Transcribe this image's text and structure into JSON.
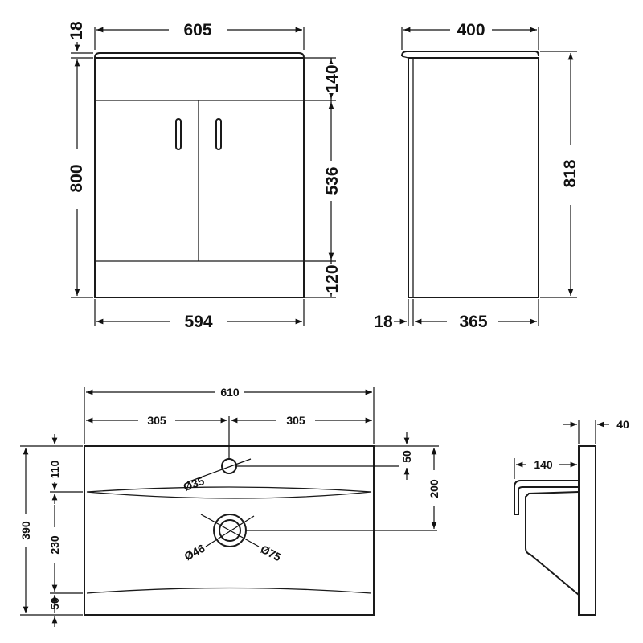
{
  "cabinet_front": {
    "top_width": "605",
    "worktop_thickness": "18",
    "height": "800",
    "top_panel": "140",
    "door_height": "536",
    "plinth": "120",
    "base_width": "594"
  },
  "cabinet_side": {
    "top_depth": "400",
    "total_height": "818",
    "foot_thickness": "18",
    "base_depth": "365"
  },
  "basin_plan": {
    "overall_width": "610",
    "half_left": "305",
    "half_right": "305",
    "overall_depth": "390",
    "tap_hole_from_back": "110",
    "bowl_depth": "230",
    "front_lip": "50",
    "tap_hole_offset": "50",
    "waste_from_back": "200",
    "tap_hole_diameter": "Ø35",
    "waste_diameter": "Ø46",
    "waste_outer_diameter": "Ø75"
  },
  "basin_side": {
    "rim_thickness": "40",
    "bowl_projection": "140"
  }
}
